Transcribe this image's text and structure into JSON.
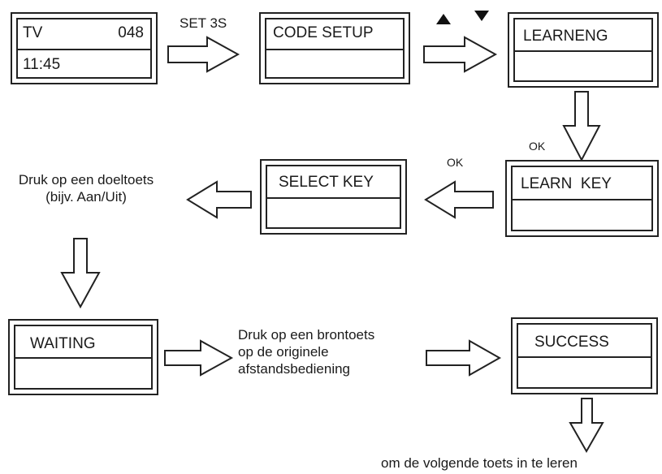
{
  "screens": {
    "tv": {
      "top_left": "TV",
      "top_right": "048",
      "bottom": "11:45"
    },
    "code_setup": {
      "title": "CODE SETUP"
    },
    "learneng": {
      "title": "LEARNENG"
    },
    "learn_key": {
      "title": "LEARN  KEY"
    },
    "select_key": {
      "title": "SELECT KEY"
    },
    "waiting": {
      "title": "WAITING"
    },
    "success": {
      "title": "SUCCESS"
    }
  },
  "labels": {
    "set_3s": "SET 3S",
    "ok_down": "OK",
    "ok_left": "OK",
    "press_target_line1": "Druk op een doeltoets",
    "press_target_line2": "(bijv. Aan/Uit)",
    "press_source_line1": "Druk op een brontoets",
    "press_source_line2": "op de originele",
    "press_source_line3": "afstandsbediening",
    "next_key": "om de volgende toets in te leren"
  },
  "icons": [
    "up-triangle-icon",
    "down-triangle-icon"
  ]
}
